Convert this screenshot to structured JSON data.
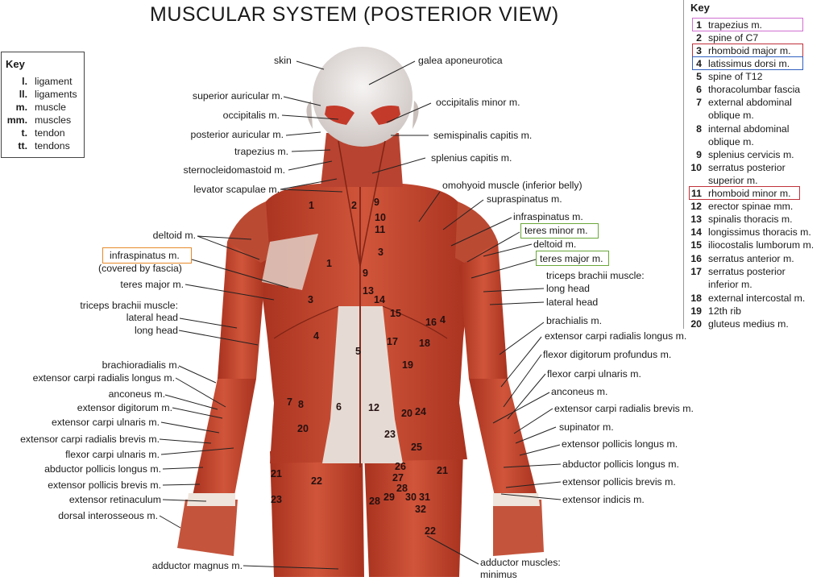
{
  "title": "MUSCULAR SYSTEM (POSTERIOR VIEW)",
  "abbr_key": {
    "title": "Key",
    "items": [
      {
        "abbr": "l.",
        "text": "ligament"
      },
      {
        "abbr": "ll.",
        "text": "ligaments"
      },
      {
        "abbr": "m.",
        "text": "muscle"
      },
      {
        "abbr": "mm.",
        "text": "muscles"
      },
      {
        "abbr": "t.",
        "text": "tendon"
      },
      {
        "abbr": "tt.",
        "text": "tendons"
      }
    ]
  },
  "number_key": {
    "title": "Key",
    "items": [
      {
        "n": "1",
        "text": "trapezius m."
      },
      {
        "n": "2",
        "text": "spine of C7"
      },
      {
        "n": "3",
        "text": "rhomboid major m."
      },
      {
        "n": "4",
        "text": "latissimus dorsi m."
      },
      {
        "n": "5",
        "text": "spine of T12"
      },
      {
        "n": "6",
        "text": "thoracolumbar fascia"
      },
      {
        "n": "7",
        "text": "external abdominal"
      },
      {
        "n": "",
        "text": "oblique m."
      },
      {
        "n": "8",
        "text": "internal abdominal"
      },
      {
        "n": "",
        "text": "oblique m."
      },
      {
        "n": "9",
        "text": "splenius cervicis m."
      },
      {
        "n": "10",
        "text": "serratus posterior"
      },
      {
        "n": "",
        "text": "superior m."
      },
      {
        "n": "11",
        "text": "rhomboid minor m."
      },
      {
        "n": "12",
        "text": "erector spinae mm."
      },
      {
        "n": "13",
        "text": "spinalis thoracis m."
      },
      {
        "n": "14",
        "text": "longissimus thoracis m."
      },
      {
        "n": "15",
        "text": "iliocostalis lumborum m."
      },
      {
        "n": "16",
        "text": "serratus anterior m."
      },
      {
        "n": "17",
        "text": "serratus posterior"
      },
      {
        "n": "",
        "text": "inferior m."
      },
      {
        "n": "18",
        "text": "external intercostal m."
      },
      {
        "n": "19",
        "text": "12th rib"
      },
      {
        "n": "20",
        "text": "gluteus medius m."
      }
    ],
    "highlight_colors": {
      "trapezius": "#d070d0",
      "rhomboid": "#c0303a",
      "latissimus": "#3060c0"
    }
  },
  "labels_left": [
    "superior auricular m.",
    "occipitalis m.",
    "posterior auricular m.",
    "trapezius m.",
    "sternocleidomastoid m.",
    "levator scapulae m.",
    "deltoid m.",
    "infraspinatus m.",
    "(covered by fascia)",
    "teres major m.",
    "triceps brachii muscle:",
    "lateral head",
    "long head",
    "brachioradialis m.",
    "extensor carpi radialis longus m.",
    "anconeus m.",
    "extensor digitorum m.",
    "extensor carpi ulnaris m.",
    "extensor carpi radialis brevis m.",
    "flexor carpi ulnaris m.",
    "abductor pollicis longus m.",
    "extensor pollicis brevis m.",
    "extensor retinaculum",
    "dorsal interosseous m.",
    "adductor magnus m."
  ],
  "labels_top": [
    "skin",
    "galea aponeurotica"
  ],
  "labels_right": [
    "occipitalis minor m.",
    "semispinalis capitis m.",
    "splenius capitis m.",
    "omohyoid muscle (inferior belly)",
    "supraspinatus m.",
    "infraspinatus m.",
    "teres minor m.",
    "deltoid m.",
    "teres major m.",
    "triceps brachii muscle:",
    "long head",
    "lateral head",
    "brachialis m.",
    "extensor carpi radialis longus m.",
    "flexor digitorum profundus m.",
    "flexor carpi ulnaris m.",
    "anconeus m.",
    "extensor carpi radialis brevis m.",
    "supinator m.",
    "extensor pollicis longus m.",
    "abductor pollicis longus m.",
    "extensor pollicis brevis m.",
    "extensor indicis m.",
    "adductor muscles:",
    "minimus"
  ],
  "figure_numbers": [
    "1",
    "2",
    "9",
    "10",
    "11",
    "3",
    "1",
    "9",
    "13",
    "3",
    "14",
    "15",
    "16",
    "4",
    "4",
    "17",
    "18",
    "5",
    "19",
    "7",
    "8",
    "6",
    "12",
    "20",
    "24",
    "20",
    "23",
    "25",
    "26",
    "27",
    "28",
    "29",
    "30",
    "31",
    "32",
    "21",
    "22",
    "23",
    "28",
    "21",
    "22"
  ],
  "highlight_boxes": {
    "infraspinatus_left": "#e88a2a",
    "teres_minor": "#6aa83a",
    "teres_major": "#6aa83a"
  },
  "colors": {
    "muscle": "#c0442e",
    "muscle_dark": "#8e2a1c",
    "fascia": "#e8ddd6",
    "skull": "#e9e6e4",
    "tendon": "#f1e8df"
  }
}
